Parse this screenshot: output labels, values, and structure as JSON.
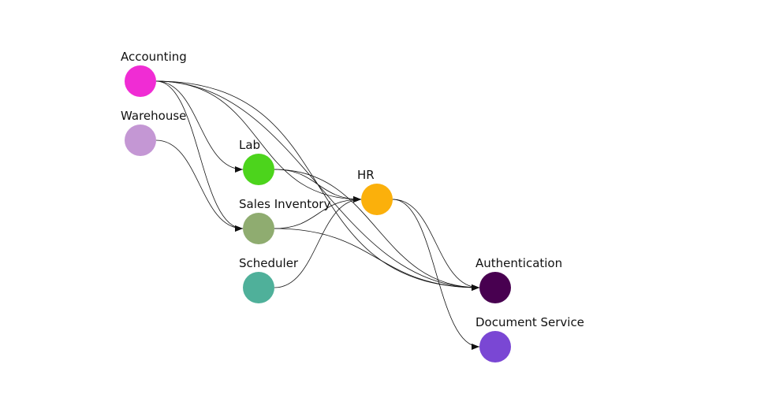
{
  "nodes": [
    {
      "id": "accounting",
      "label": "Accounting",
      "color": "#f02cd4"
    },
    {
      "id": "warehouse",
      "label": "Warehouse",
      "color": "#c497d4"
    },
    {
      "id": "lab",
      "label": "Lab",
      "color": "#4cd41c"
    },
    {
      "id": "sales_inventory",
      "label": "Sales Inventory",
      "color": "#8fac70"
    },
    {
      "id": "scheduler",
      "label": "Scheduler",
      "color": "#4fb09a"
    },
    {
      "id": "hr",
      "label": "HR",
      "color": "#fbb00b"
    },
    {
      "id": "authentication",
      "label": "Authentication",
      "color": "#480050"
    },
    {
      "id": "document_service",
      "label": "Document Service",
      "color": "#7a47d4"
    }
  ],
  "edges": [
    {
      "from": "accounting",
      "to": "lab"
    },
    {
      "from": "accounting",
      "to": "sales_inventory"
    },
    {
      "from": "accounting",
      "to": "hr"
    },
    {
      "from": "accounting",
      "to": "authentication"
    },
    {
      "from": "accounting",
      "to": "authentication"
    },
    {
      "from": "warehouse",
      "to": "sales_inventory"
    },
    {
      "from": "lab",
      "to": "hr"
    },
    {
      "from": "lab",
      "to": "authentication"
    },
    {
      "from": "sales_inventory",
      "to": "hr"
    },
    {
      "from": "sales_inventory",
      "to": "authentication"
    },
    {
      "from": "scheduler",
      "to": "hr"
    },
    {
      "from": "hr",
      "to": "authentication"
    },
    {
      "from": "hr",
      "to": "document_service"
    }
  ]
}
